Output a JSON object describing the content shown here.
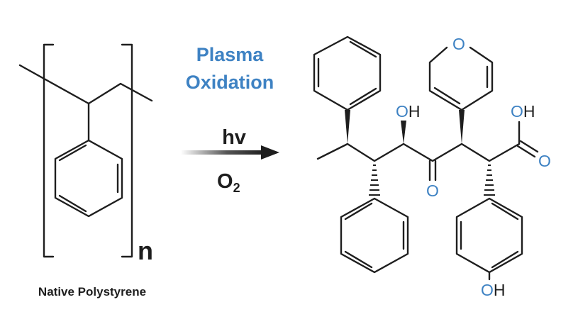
{
  "reaction": {
    "condition_top_line1": "Plasma",
    "condition_top_line2": "Oxidation",
    "condition_hv": "hv",
    "condition_o2_main": "O",
    "condition_o2_sub": "2",
    "repeat_unit_n": "n",
    "reactant_caption": "Native Polystyrene"
  },
  "atoms": {
    "ring_oxygen": "O",
    "hydroxyl_o": "O",
    "hydroxyl_h": "H",
    "ketone_oxygen": "O",
    "acid_oh_o": "O",
    "acid_oh_h": "H",
    "acid_carbonyl_o": "O",
    "phenol_o": "O",
    "phenol_h": "H"
  },
  "colors": {
    "accent_blue": "#3e82c3",
    "bond_black": "#1e1e1e",
    "background": "#ffffff"
  }
}
